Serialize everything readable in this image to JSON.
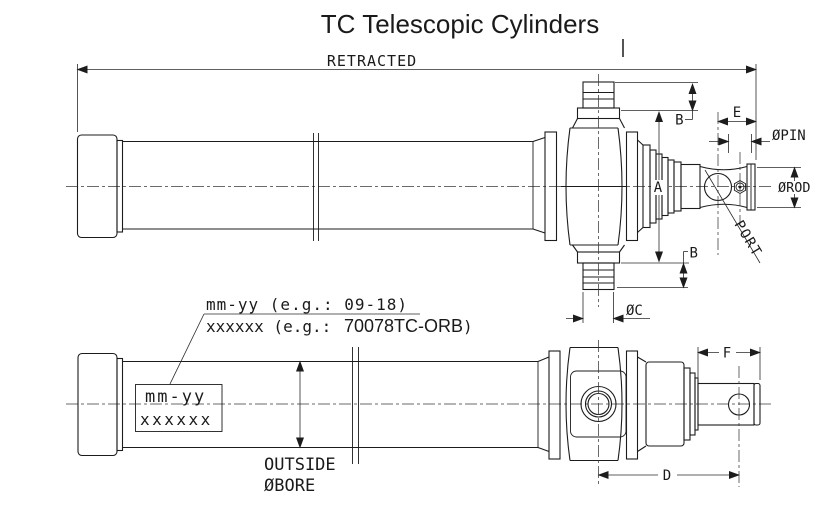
{
  "page": {
    "title": "TC Telescopic Cylinders",
    "background_color": "#ffffff",
    "line_color": "#1c1c1c"
  },
  "side_view": {
    "description": "telescopic cylinder retracted side view",
    "dims": {
      "retracted": "RETRACTED",
      "a": "A",
      "b_top": "B",
      "b_bottom": "B",
      "c": "ØC",
      "e": "E",
      "pin": "ØPIN",
      "rod": "ØROD",
      "port": "PORT"
    }
  },
  "rotated_view": {
    "description": "telescopic cylinder rotated view with nameplate",
    "dims": {
      "f": "F",
      "d": "D",
      "outside_line1": "OUTSIDE",
      "outside_line2": "ØBORE"
    },
    "nameplate": {
      "line1": "mm-yy",
      "line2": "xxxxxx"
    },
    "callout": {
      "line1": "mm-yy (e.g.: 09-18)",
      "line2_prefix": "xxxxxx (e.g.: ",
      "line2_example": "70078TC-ORB",
      "line2_suffix": ")"
    }
  }
}
